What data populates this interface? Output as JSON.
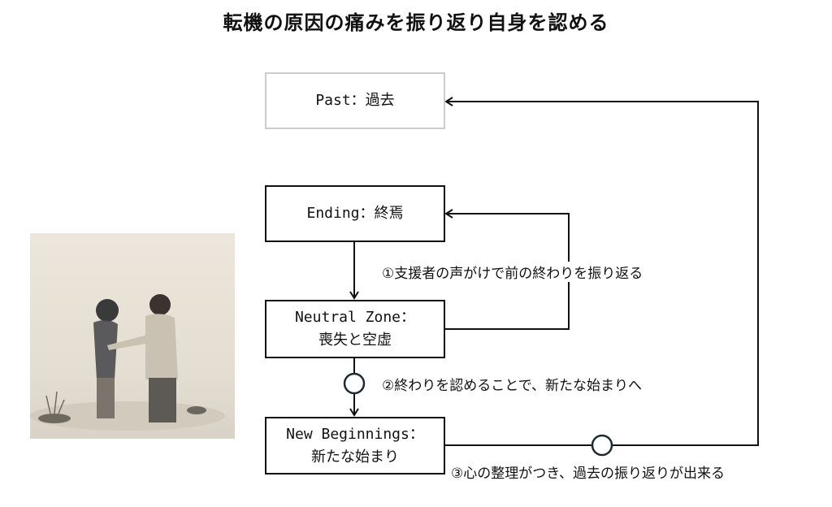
{
  "title": "転機の原因の痛みを振り返り自身を認める",
  "boxes": {
    "past": {
      "line1": "Past：過去"
    },
    "ending": {
      "line1": "Ending：終焉"
    },
    "neutral": {
      "line1": "Neutral Zone：",
      "line2": "喪失と空虚"
    },
    "new": {
      "line1": "New Beginnings：",
      "line2": "新たな始まり"
    }
  },
  "labels": {
    "step1": "①支援者の声がけで前の終わりを振り返る",
    "step2": "②終わりを認めることで、新たな始まりへ",
    "step3": "③心の整理がつき、過去の振り返りが出来る"
  }
}
